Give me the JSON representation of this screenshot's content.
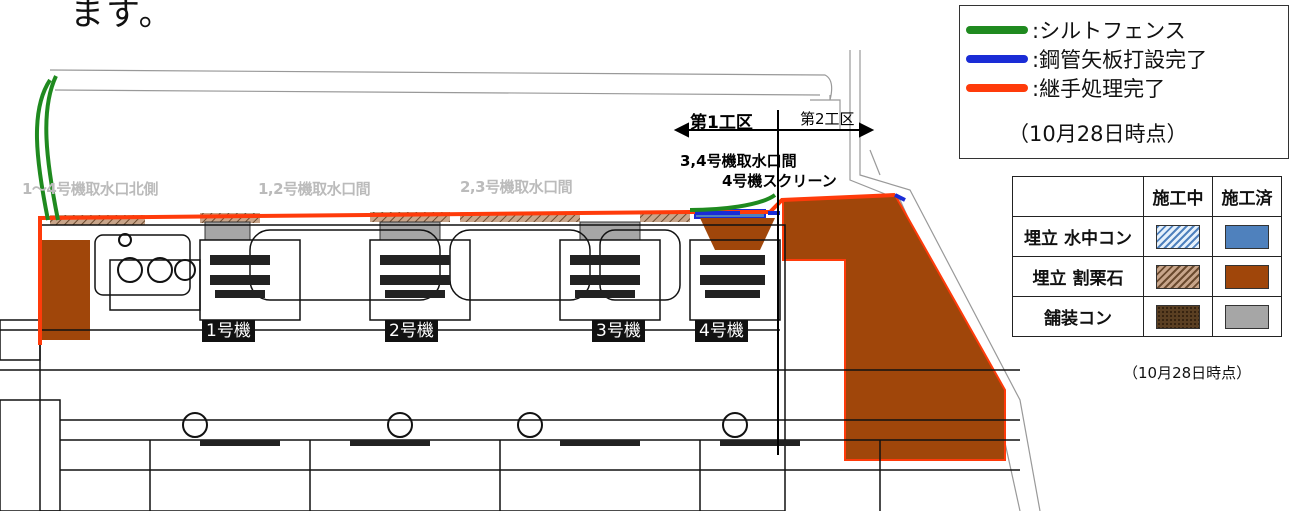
{
  "header_text": "ます。",
  "legend": {
    "items": [
      {
        "label": ":シルトフェンス",
        "color": "#1f8a1f"
      },
      {
        "label": ":鋼管矢板打設完了",
        "color": "#1a2cd6"
      },
      {
        "label": ":継手処理完了",
        "color": "#ff3b0a"
      }
    ],
    "date": "（10月28日時点）"
  },
  "work_zones": {
    "zone1": "第1工区",
    "zone2": "第2工区"
  },
  "area_labels": {
    "intake_north": "1～4号機取水口北側",
    "intake_12": "1,2号機取水口間",
    "intake_23": "2,3号機取水口間",
    "intake_34": "3,4号機取水口間",
    "screen4": "4号機スクリーン"
  },
  "units": [
    "1号機",
    "2号機",
    "3号機",
    "4号機"
  ],
  "status_table": {
    "headers": [
      "施工中",
      "施工済"
    ],
    "rows": [
      {
        "label": "埋立 水中コン",
        "in_progress_color": "#b9d6ee",
        "done_color": "#4f81bd"
      },
      {
        "label": "埋立 割栗石",
        "in_progress_color": "#c8a58a",
        "done_color": "#a0460a"
      },
      {
        "label": "舗装コン",
        "in_progress_color": "#5a3f22",
        "done_color": "#a6a6a6"
      }
    ],
    "note": "（10月28日時点）"
  },
  "colors": {
    "silt_fence": "#1f8a1f",
    "pile_done": "#1a2cd6",
    "joint_done": "#ff3b0a",
    "fill_done": "#a0460a",
    "paving_done": "#a6a6a6"
  }
}
